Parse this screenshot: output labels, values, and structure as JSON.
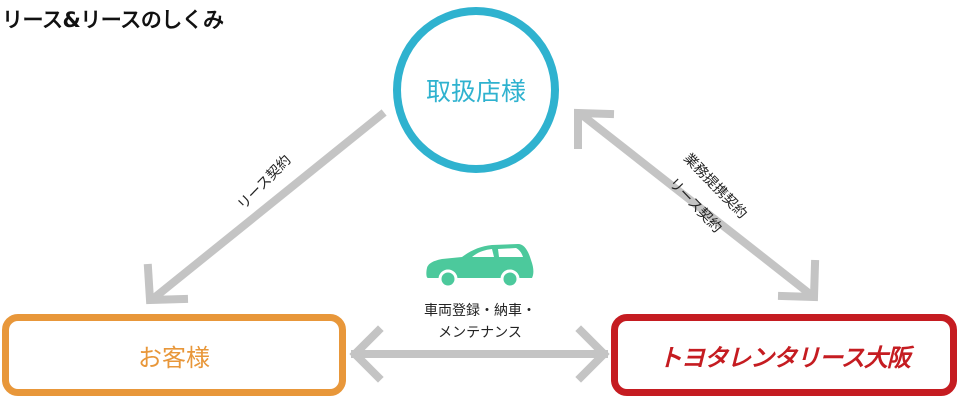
{
  "title": "リース&リースのしくみ",
  "nodes": {
    "dealer": "取扱店様",
    "customer": "お客様",
    "company": "トヨタレンタリース大阪"
  },
  "edges": {
    "dealer_customer": "リース契約",
    "dealer_company_line1": "業務提携契約",
    "dealer_company_line2": "リース契約",
    "customer_company_line1": "車両登録・納車・",
    "customer_company_line2": "メンテナンス"
  },
  "icons": {
    "car": "car-icon"
  },
  "colors": {
    "dealer": "#2fb2cf",
    "customer": "#e8973a",
    "company": "#c51c21",
    "arrow": "#c4c4c4",
    "car": "#4cc99c"
  }
}
